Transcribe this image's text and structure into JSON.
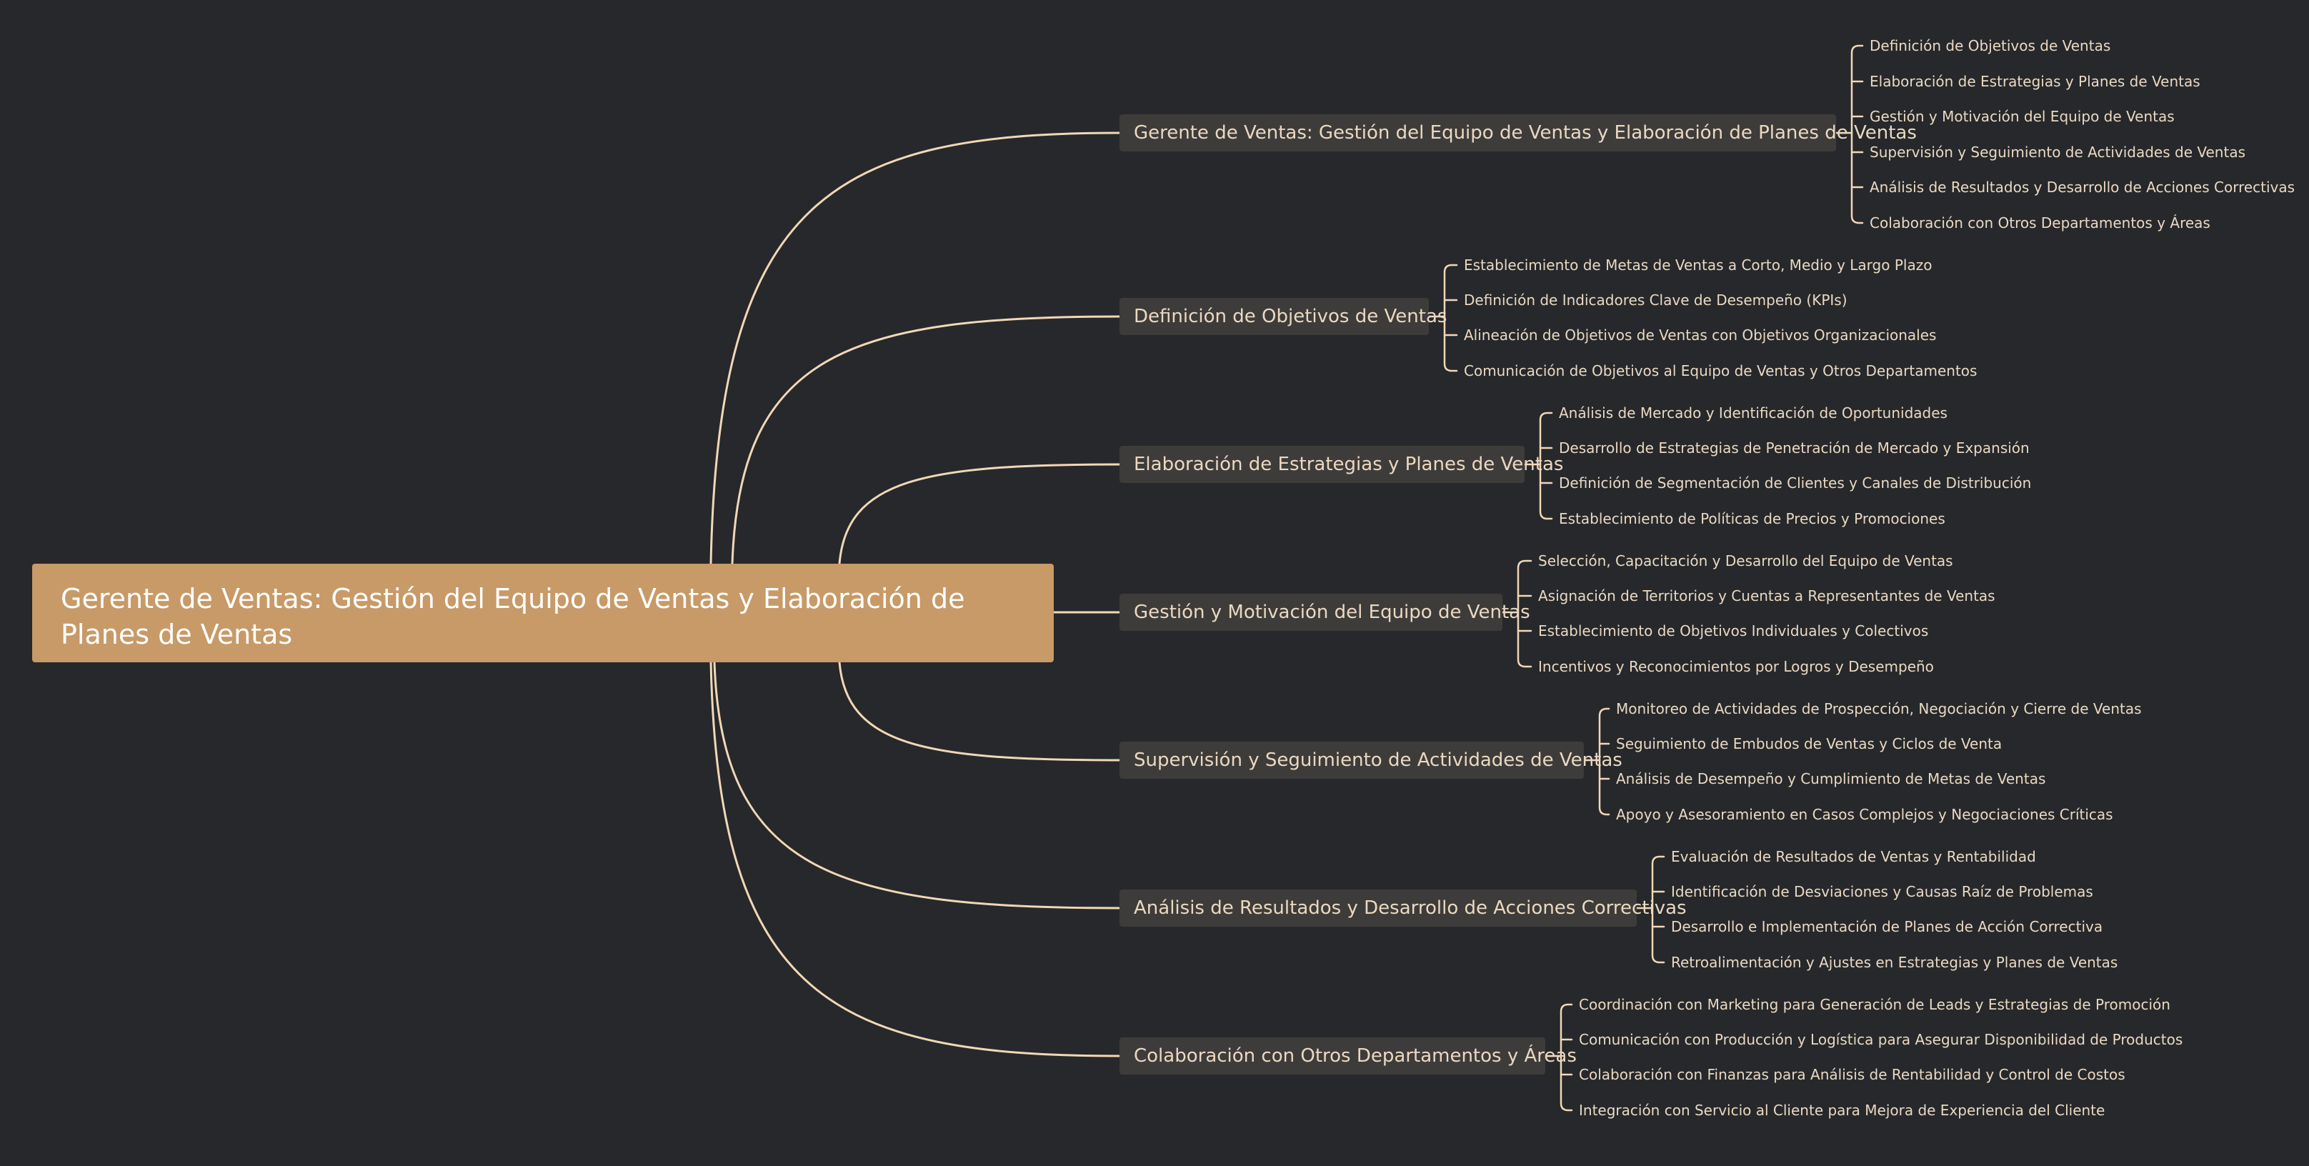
{
  "colors": {
    "background": "#26282b",
    "root": "#c79a68",
    "branch": "#3e3c3a",
    "line": "#f2d7b6",
    "text": "#ead8c2"
  },
  "root": {
    "title": "Gerente de Ventas: Gestión del Equipo de Ventas y Elaboración de Planes de Ventas"
  },
  "branches": [
    {
      "label": "Gerente de Ventas: Gestión del Equipo de Ventas y Elaboración de Planes de Ventas",
      "children": [
        "Definición de Objetivos de Ventas",
        "Elaboración de Estrategias y Planes de Ventas",
        "Gestión y Motivación del Equipo de Ventas",
        "Supervisión y Seguimiento de Actividades de Ventas",
        "Análisis de Resultados y Desarrollo de Acciones Correctivas",
        "Colaboración con Otros Departamentos y Áreas"
      ]
    },
    {
      "label": "Definición de Objetivos de Ventas",
      "children": [
        "Establecimiento de Metas de Ventas a Corto, Medio y Largo Plazo",
        "Definición de Indicadores Clave de Desempeño (KPIs)",
        "Alineación de Objetivos de Ventas con Objetivos Organizacionales",
        "Comunicación de Objetivos al Equipo de Ventas y Otros Departamentos"
      ]
    },
    {
      "label": "Elaboración de Estrategias y Planes de Ventas",
      "children": [
        "Análisis de Mercado y Identificación de Oportunidades",
        "Desarrollo de Estrategias de Penetración de Mercado y Expansión",
        "Definición de Segmentación de Clientes y Canales de Distribución",
        "Establecimiento de Políticas de Precios y Promociones"
      ]
    },
    {
      "label": "Gestión y Motivación del Equipo de Ventas",
      "children": [
        "Selección, Capacitación y Desarrollo del Equipo de Ventas",
        "Asignación de Territorios y Cuentas a Representantes de Ventas",
        "Establecimiento de Objetivos Individuales y Colectivos",
        "Incentivos y Reconocimientos por Logros y Desempeño"
      ]
    },
    {
      "label": "Supervisión y Seguimiento de Actividades de Ventas",
      "children": [
        "Monitoreo de Actividades de Prospección, Negociación y Cierre de Ventas",
        "Seguimiento de Embudos de Ventas y Ciclos de Venta",
        "Análisis de Desempeño y Cumplimiento de Metas de Ventas",
        "Apoyo y Asesoramiento en Casos Complejos y Negociaciones Críticas"
      ]
    },
    {
      "label": "Análisis de Resultados y Desarrollo de Acciones Correctivas",
      "children": [
        "Evaluación de Resultados de Ventas y Rentabilidad",
        "Identificación de Desviaciones y Causas Raíz de Problemas",
        "Desarrollo e Implementación de Planes de Acción Correctiva",
        "Retroalimentación y Ajustes en Estrategias y Planes de Ventas"
      ]
    },
    {
      "label": "Colaboración con Otros Departamentos y Áreas",
      "children": [
        "Coordinación con Marketing para Generación de Leads y Estrategias de Promoción",
        "Comunicación con Producción y Logística para Asegurar Disponibilidad de Productos",
        "Colaboración con Finanzas para Análisis de Rentabilidad y Control de Costos",
        "Integración con Servicio al Cliente para Mejora de Experiencia del Cliente"
      ]
    }
  ]
}
